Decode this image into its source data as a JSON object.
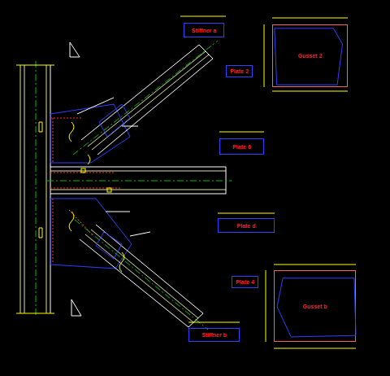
{
  "diagram": {
    "nodes": [
      {
        "text": [
          "Stiffner a"
        ]
      },
      {
        "text": [
          "Plate 2"
        ]
      },
      {
        "text": [
          "Gusset 2"
        ]
      },
      {
        "text": [
          "Plate 6"
        ]
      },
      {
        "text": [
          "Plate d"
        ]
      },
      {
        "text": [
          "Plate 4"
        ]
      },
      {
        "text": [
          "Gusset b"
        ]
      },
      {
        "text": [
          "Stiffner b"
        ]
      }
    ]
  }
}
